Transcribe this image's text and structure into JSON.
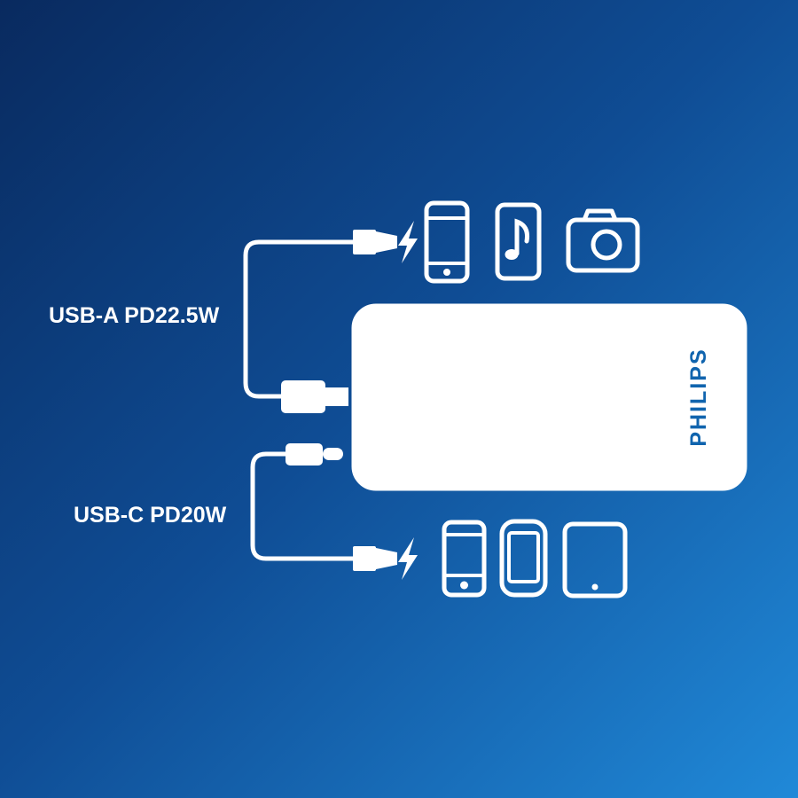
{
  "diagram": {
    "labels": {
      "usb_a": "USB-A PD22.5W",
      "usb_c": "USB-C PD20W"
    },
    "brand": "PHILIPS",
    "colors": {
      "bg_start": "#092a5f",
      "bg_mid": "#0f4d95",
      "bg_end": "#2089d8",
      "line": "#ffffff",
      "powerbank_body": "#ffffff",
      "brand_text": "#1064ae"
    },
    "ports": [
      {
        "type": "USB-A",
        "power": "PD22.5W",
        "devices": [
          "smartphone",
          "music-player",
          "camera"
        ]
      },
      {
        "type": "USB-C",
        "power": "PD20W",
        "devices": [
          "smartphone-home-button",
          "smartphone-rounded",
          "tablet"
        ]
      }
    ]
  }
}
